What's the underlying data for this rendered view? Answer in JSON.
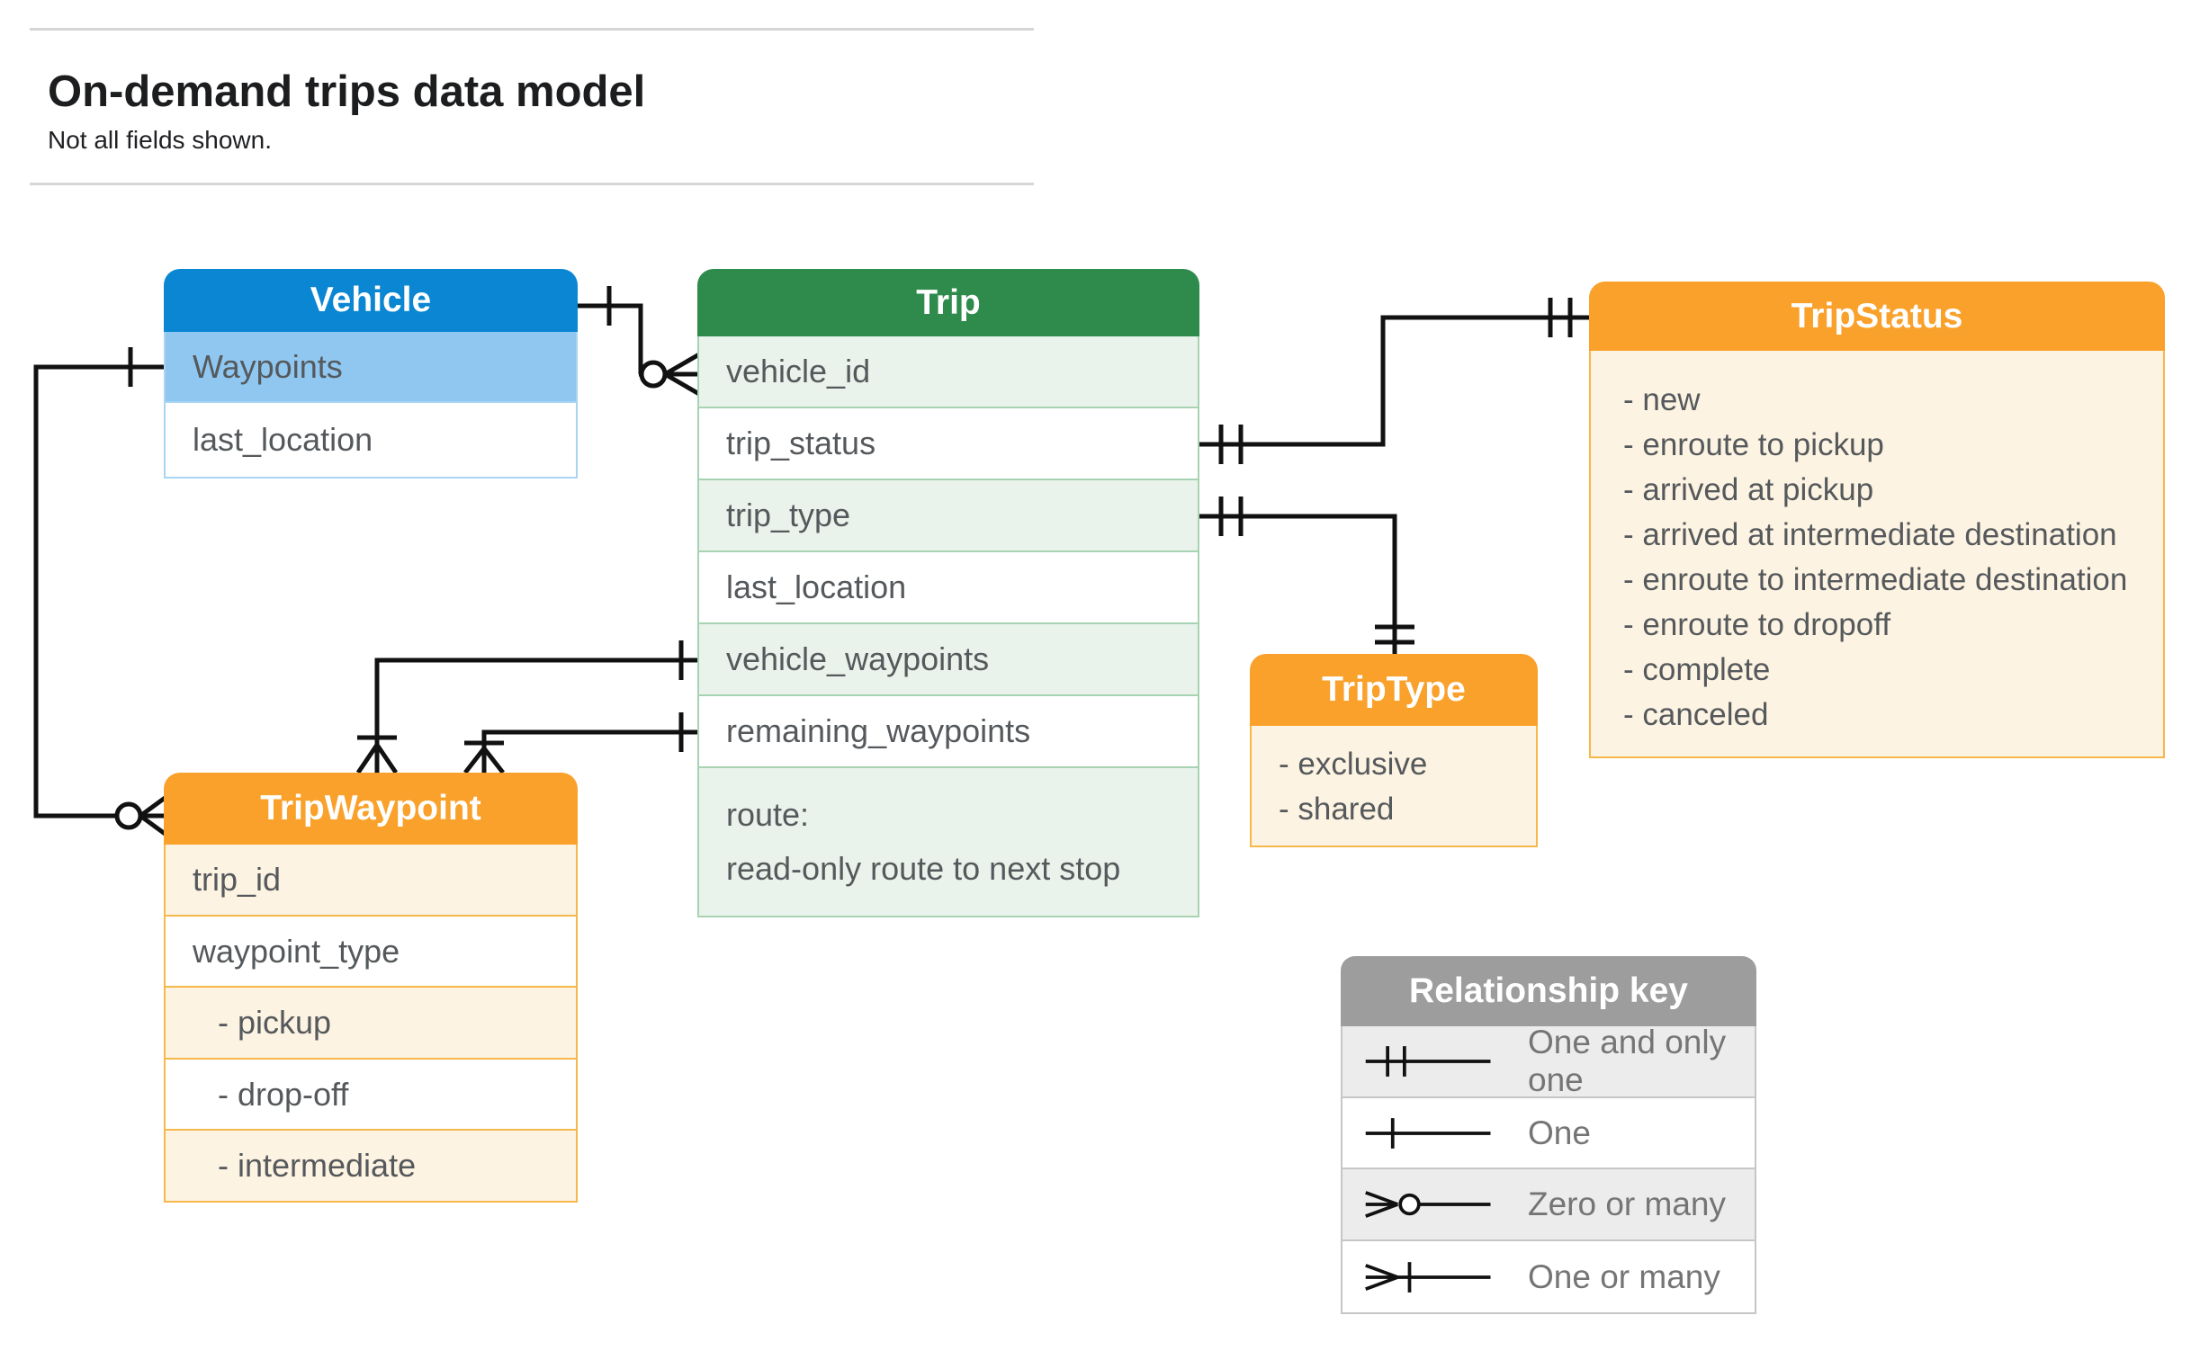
{
  "page": {
    "title": "On-demand trips data model",
    "subtitle": "Not all fields shown."
  },
  "colors": {
    "vehicle_header": "#0a86d2",
    "vehicle_highlight_row": "#8fc7f0",
    "trip_header": "#2e8b4c",
    "trip_row_tint": "#e9f3eb",
    "orange_header": "#f9a12b",
    "orange_row_tint": "#fdf3e2",
    "key_header": "#9d9d9d",
    "key_row_tint": "#ececec",
    "connector": "#111111",
    "row_text": "#55595c"
  },
  "entities": {
    "vehicle": {
      "title": "Vehicle",
      "rows": [
        "Waypoints",
        "last_location"
      ]
    },
    "trip": {
      "title": "Trip",
      "rows": [
        "vehicle_id",
        "trip_status",
        "trip_type",
        "last_location",
        "vehicle_waypoints",
        "remaining_waypoints"
      ],
      "route_row": {
        "line1": "route:",
        "line2": "read-only route to next stop"
      }
    },
    "trip_status": {
      "title": "TripStatus",
      "items": [
        "- new",
        "- enroute to pickup",
        "- arrived at pickup",
        "- arrived at intermediate destination",
        "- enroute to intermediate destination",
        "- enroute to dropoff",
        "- complete",
        "- canceled"
      ]
    },
    "trip_type": {
      "title": "TripType",
      "items": [
        "- exclusive",
        "- shared"
      ]
    },
    "trip_waypoint": {
      "title": "TripWaypoint",
      "rows": [
        "trip_id",
        "waypoint_type"
      ],
      "sub_rows": [
        "- pickup",
        "- drop-off",
        "- intermediate"
      ]
    }
  },
  "legend": {
    "title": "Relationship key",
    "items": [
      {
        "symbol": "one-and-only-one",
        "label": "One and only one"
      },
      {
        "symbol": "one",
        "label": "One"
      },
      {
        "symbol": "zero-or-many",
        "label": "Zero or many"
      },
      {
        "symbol": "one-or-many",
        "label": "One or many"
      }
    ]
  },
  "relationships": [
    {
      "from": "Vehicle",
      "to": "Trip.vehicle_id",
      "from_cardinality": "one",
      "to_cardinality": "zero-or-many"
    },
    {
      "from": "Vehicle.Waypoints",
      "to": "TripWaypoint",
      "from_cardinality": "one",
      "to_cardinality": "zero-or-many"
    },
    {
      "from": "Trip.trip_status",
      "to": "TripStatus",
      "from_cardinality": "one-and-only-one",
      "to_cardinality": "one-and-only-one"
    },
    {
      "from": "Trip.trip_type",
      "to": "TripType",
      "from_cardinality": "one-and-only-one",
      "to_cardinality": "one-and-only-one"
    },
    {
      "from": "Trip.vehicle_waypoints",
      "to": "TripWaypoint",
      "from_cardinality": "one",
      "to_cardinality": "one-or-many"
    },
    {
      "from": "Trip.remaining_waypoints",
      "to": "TripWaypoint",
      "from_cardinality": "one",
      "to_cardinality": "one-or-many"
    }
  ]
}
